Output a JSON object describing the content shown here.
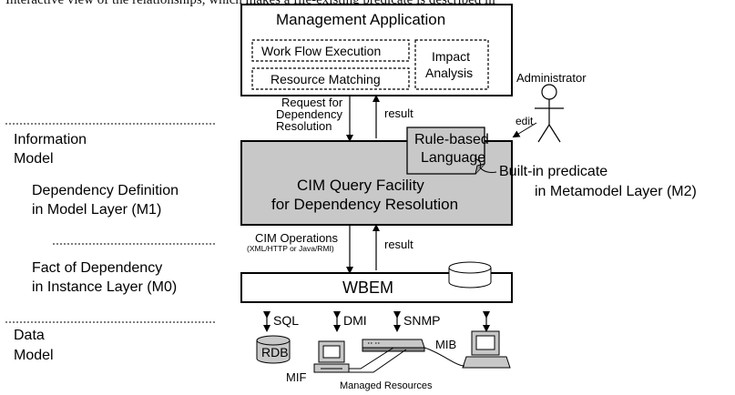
{
  "header_text": "Interactive view of the relationships, which makes a file-existing predicate is described in",
  "management": {
    "title": "Management Application",
    "workflow": "Work Flow Execution",
    "resource_matching": "Resource Matching",
    "impact_line1": "Impact",
    "impact_line2": "Analysis"
  },
  "administrator": {
    "label": "Administrator",
    "edit": "edit"
  },
  "upper_arrows": {
    "request_line1": "Request for",
    "request_line2": "Dependency",
    "request_line3": "Resolution",
    "result": "result"
  },
  "left_labels": {
    "info_line1": "Information",
    "info_line2": "Model",
    "dep_line1": "Dependency Definition",
    "dep_line2": "in Model Layer (M1)",
    "fact_line1": "Fact of Dependency",
    "fact_line2": "in Instance Layer (M0)",
    "data_line1": "Data",
    "data_line2": "Model"
  },
  "cim": {
    "line1": "CIM Query Facility",
    "line2": "for Dependency Resolution",
    "rule_line1": "Rule-based",
    "rule_line2": "Language",
    "builtin_line1": "Built-in predicate",
    "builtin_line2": "in Metamodel Layer (M2)"
  },
  "lower_arrows": {
    "ops_line1": "CIM Operations",
    "ops_line2": "(XML/HTTP or Java/RMI)",
    "result": "result"
  },
  "wbem": {
    "label": "WBEM"
  },
  "resources": {
    "sql": "SQL",
    "dmi": "DMI",
    "snmp": "SNMP",
    "rdb": "RDB",
    "mib": "MIB",
    "mif": "MIF",
    "managed": "Managed Resources"
  }
}
